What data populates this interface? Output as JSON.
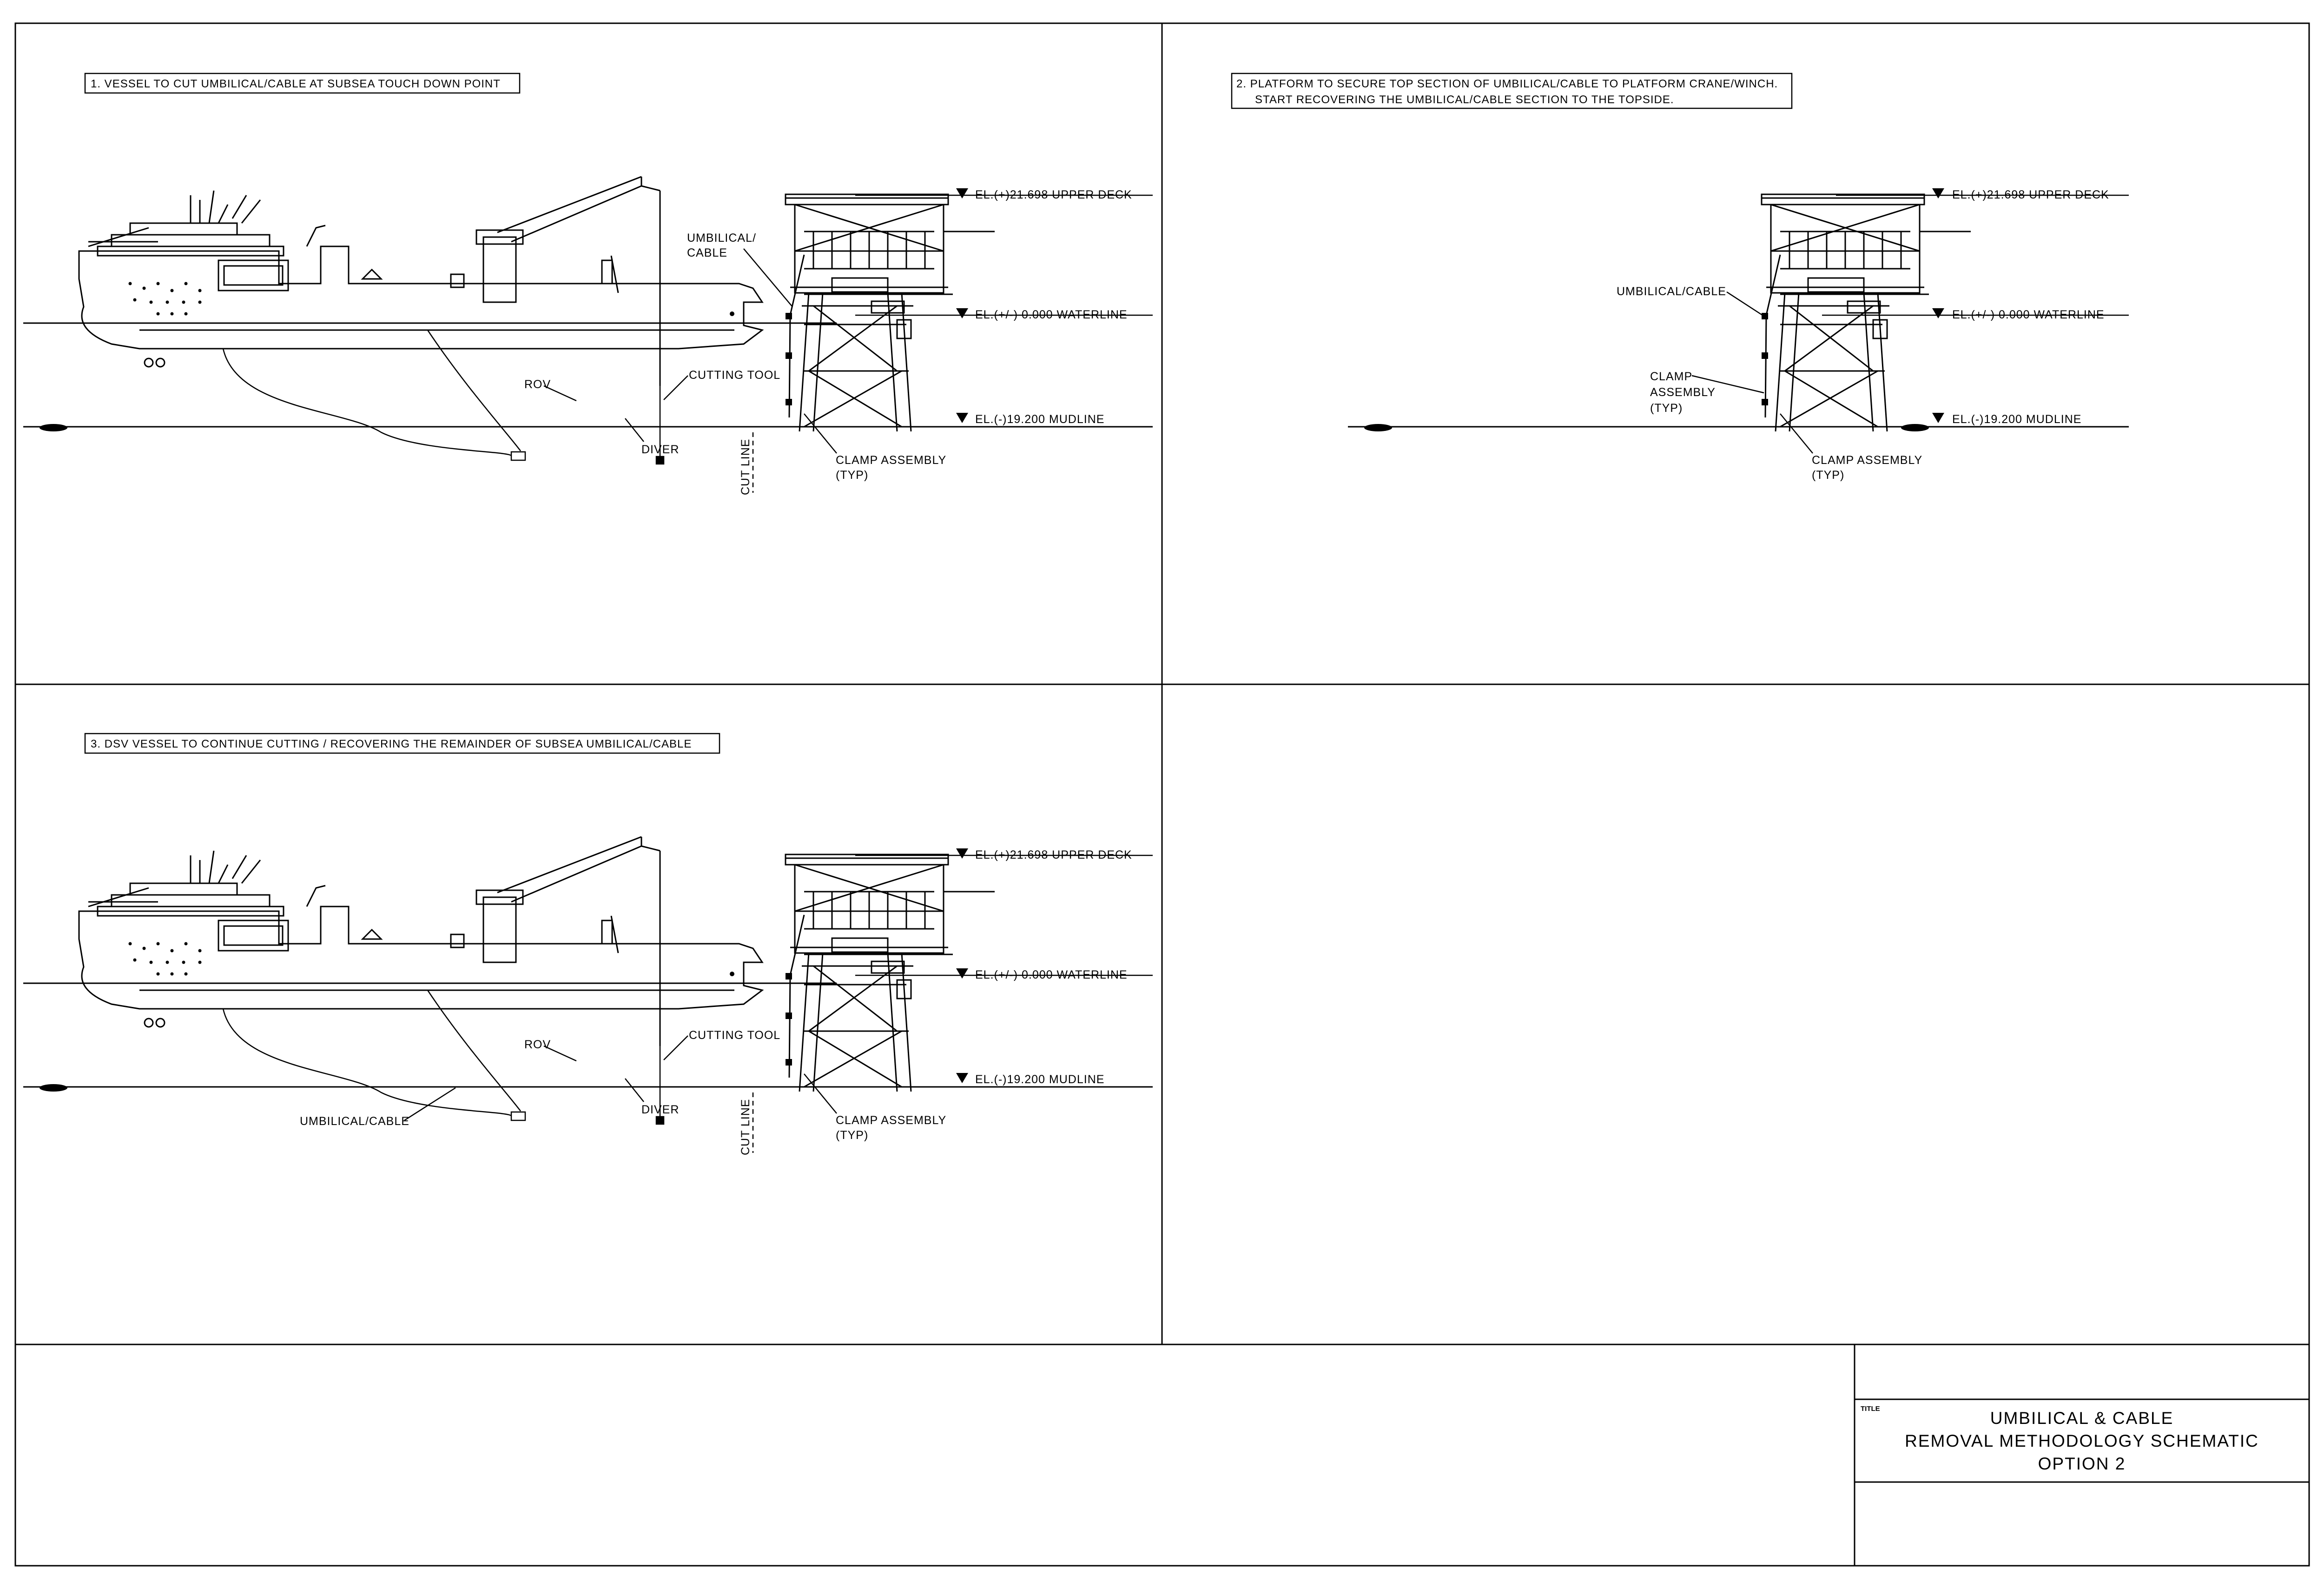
{
  "panels": {
    "p1": {
      "step": "1. VESSEL TO CUT UMBILICAL/CABLE AT SUBSEA TOUCH DOWN POINT",
      "upper_deck": "EL.(+)21.698 UPPER DECK",
      "waterline": "EL.(+/-) 0.000 WATERLINE",
      "mudline": "EL.(-)19.200 MUDLINE",
      "umbilical_1": "UMBILICAL/",
      "umbilical_2": "CABLE",
      "rov": "ROV",
      "cutting_tool": "CUTTING TOOL",
      "diver": "DIVER",
      "cut_line": "CUT LINE",
      "clamp_1": "CLAMP ASSEMBLY",
      "clamp_2": "(TYP)"
    },
    "p2": {
      "step_line1": "2. PLATFORM TO SECURE TOP SECTION OF UMBILICAL/CABLE TO PLATFORM CRANE/WINCH.",
      "step_line2": "START RECOVERING THE UMBILICAL/CABLE SECTION TO THE TOPSIDE.",
      "upper_deck": "EL.(+)21.698 UPPER DECK",
      "waterline": "EL.(+/-) 0.000 WATERLINE",
      "mudline": "EL.(-)19.200 MUDLINE",
      "umbilical": "UMBILICAL/CABLE",
      "clamp_left_1": "CLAMP",
      "clamp_left_2": "ASSEMBLY",
      "clamp_left_3": "(TYP)",
      "clamp_1": "CLAMP ASSEMBLY",
      "clamp_2": "(TYP)"
    },
    "p3": {
      "step": "3. DSV VESSEL TO CONTINUE CUTTING / RECOVERING THE REMAINDER OF SUBSEA  UMBILICAL/CABLE",
      "upper_deck": "EL.(+)21.698 UPPER DECK",
      "waterline": "EL.(+/-) 0.000 WATERLINE",
      "mudline": "EL.(-)19.200 MUDLINE",
      "umbilical": "UMBILICAL/CABLE",
      "rov": "ROV",
      "cutting_tool": "CUTTING TOOL",
      "diver": "DIVER",
      "cut_line": "CUT LINE",
      "clamp_1": "CLAMP ASSEMBLY",
      "clamp_2": "(TYP)"
    }
  },
  "title_block": {
    "label": "TITLE",
    "line1": "UMBILICAL & CABLE",
    "line2": "REMOVAL METHODOLOGY SCHEMATIC",
    "line3": "OPTION 2"
  }
}
